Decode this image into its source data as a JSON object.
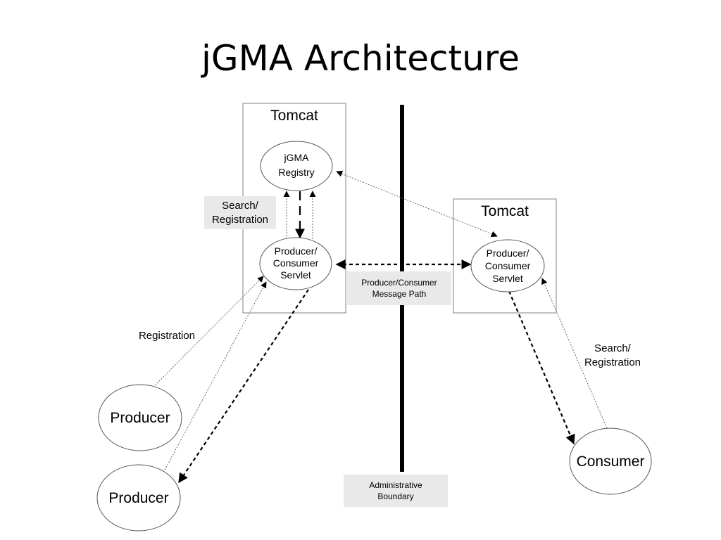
{
  "title": "jGMA Architecture",
  "left_server": {
    "label": "Tomcat",
    "registry": [
      "jGMA",
      "Registry"
    ],
    "servlet": [
      "Producer/",
      "Consumer",
      "Servlet"
    ],
    "search_registration": [
      "Search/",
      "Registration"
    ]
  },
  "right_server": {
    "label": "Tomcat",
    "servlet": [
      "Producer/",
      "Consumer",
      "Servlet"
    ]
  },
  "message_path": [
    "Producer/Consumer",
    "Message Path"
  ],
  "boundary": [
    "Administrative",
    "Boundary"
  ],
  "registration_label": "Registration",
  "right_search_registration": [
    "Search/",
    "Registration"
  ],
  "producer_1": "Producer",
  "producer_2": "Producer",
  "consumer": "Consumer"
}
